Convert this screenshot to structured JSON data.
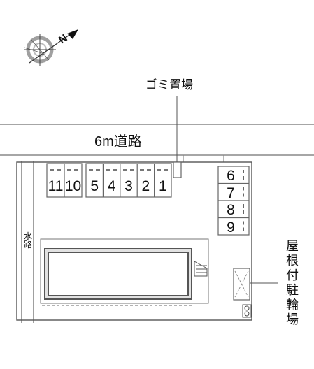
{
  "road": {
    "label": "6m道路"
  },
  "garbage": {
    "label": "ゴミ置場"
  },
  "canal": {
    "label": "水\n路"
  },
  "bike_parking": {
    "label": "屋\n根\n付\n駐\n輪\n場"
  },
  "compass": {
    "north_letter": "N",
    "icon": "compass-rose-icon"
  },
  "parking": {
    "top_row": [
      {
        "number": "11"
      },
      {
        "number": "10"
      },
      {
        "number": "5"
      },
      {
        "number": "4"
      },
      {
        "number": "3"
      },
      {
        "number": "2"
      },
      {
        "number": "1"
      }
    ],
    "right_column": [
      {
        "number": "6"
      },
      {
        "number": "7"
      },
      {
        "number": "8"
      },
      {
        "number": "9"
      }
    ]
  },
  "colors": {
    "line": "#555555",
    "road_edge": "#888888",
    "building_fill": "#e2e2e2",
    "building_wall": "#555555",
    "compass_gray": "#a0a0a0"
  }
}
